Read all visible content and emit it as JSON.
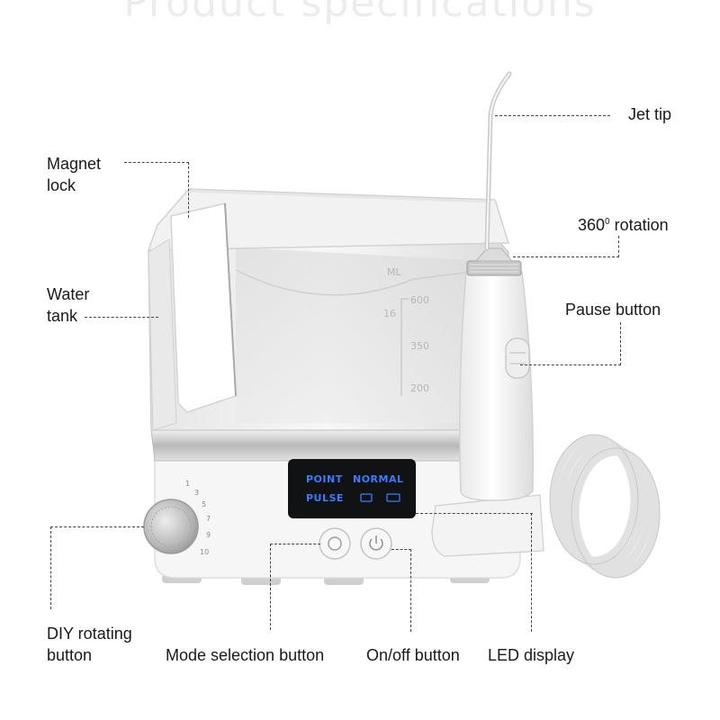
{
  "header": {
    "faded_title": "Product specifications"
  },
  "labels": {
    "magnet_lock_1": "Magnet",
    "magnet_lock_2": "lock",
    "water_tank_1": "Water",
    "water_tank_2": "tank",
    "jet_tip": "Jet tip",
    "rotation_value": "360",
    "rotation_sup": "0",
    "rotation_word": "rotation",
    "pause_button": "Pause button",
    "diy_button_1": "DIY rotating",
    "diy_button_2": "button",
    "mode_selection": "Mode selection button",
    "onoff_button": "On/off button",
    "led_display": "LED display"
  },
  "display": {
    "point": "POINT",
    "normal": "NORMAL",
    "pulse": "PULSE"
  },
  "tank_markings": {
    "ml": "ML",
    "oz": "16",
    "m600": "600",
    "m350": "350",
    "m200": "200"
  },
  "dial_marks": [
    "1",
    "3",
    "5",
    "7",
    "9",
    "10"
  ],
  "colors": {
    "accent_led": "#3a7bff",
    "body": "#f4f4f4",
    "chrome": "#c9c9c9"
  }
}
